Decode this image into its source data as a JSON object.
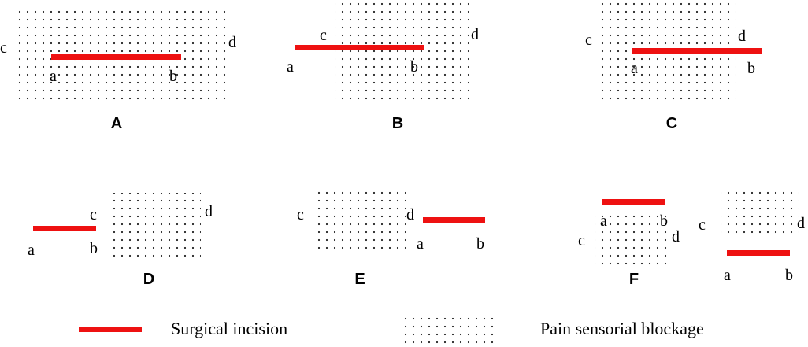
{
  "panels": {
    "A": {
      "title": "A",
      "c": "c",
      "d": "d",
      "a": "a",
      "b": "b"
    },
    "B": {
      "title": "B",
      "c": "c",
      "d": "d",
      "a": "a",
      "b": "b"
    },
    "C": {
      "title": "C",
      "c": "c",
      "d": "d",
      "a": "a",
      "b": "b"
    },
    "D": {
      "title": "D",
      "c": "c",
      "d": "d",
      "a": "a",
      "b": "b"
    },
    "E": {
      "title": "E",
      "c": "c",
      "d": "d",
      "a": "a",
      "b": "b"
    },
    "F": {
      "title": "F",
      "left": {
        "c": "c",
        "d": "d",
        "a": "a",
        "b": "b"
      },
      "right": {
        "c": "c",
        "d": "d",
        "a": "a",
        "b": "b"
      }
    }
  },
  "legend": {
    "incision_label": "Surgical incision",
    "blockage_label": "Pain sensorial blockage"
  },
  "colors": {
    "incision": "#ee1111",
    "dots": "#222222"
  }
}
